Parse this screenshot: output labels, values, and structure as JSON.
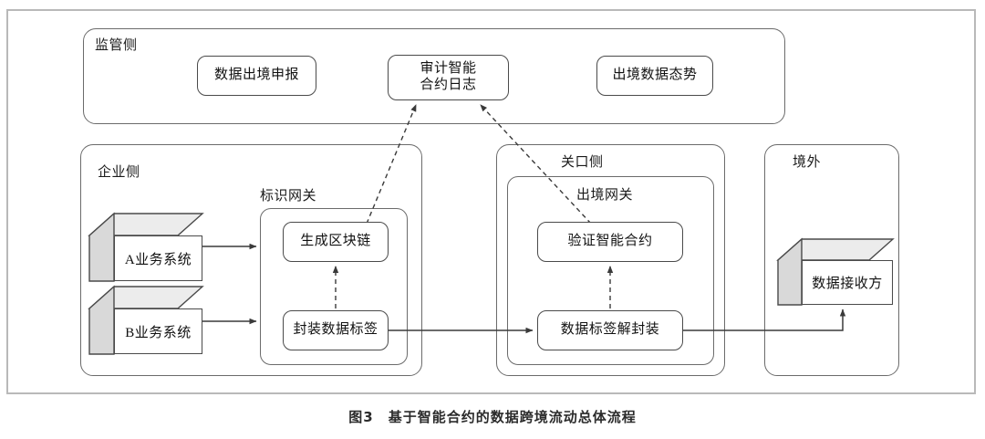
{
  "figure": {
    "caption": "图3　基于智能合约的数据跨境流动总体流程",
    "caption_number": "图3",
    "caption_title": "基于智能合约的数据跨境流动总体流程"
  },
  "zones": {
    "regulator": {
      "label": "监管侧"
    },
    "enterprise": {
      "label": "企业侧"
    },
    "identity_gateway": {
      "label": "标识网关"
    },
    "customs": {
      "label": "关口侧"
    },
    "exit_gateway": {
      "label": "出境网关"
    },
    "overseas": {
      "label": "境外"
    }
  },
  "nodes": {
    "declaration": {
      "label": "数据出境申报"
    },
    "audit_log_line1": {
      "label": "审计智能"
    },
    "audit_log_line2": {
      "label": "合约日志"
    },
    "situation": {
      "label": "出境数据态势"
    },
    "gen_blockchain": {
      "label": "生成区块链"
    },
    "pack_tag": {
      "label": "封装数据标签"
    },
    "verify_contract": {
      "label": "验证智能合约"
    },
    "unpack_tag": {
      "label": "数据标签解封装"
    }
  },
  "entities": {
    "system_a": {
      "label": "A业务系统"
    },
    "system_b": {
      "label": "B业务系统"
    },
    "receiver": {
      "label": "数据接收方"
    }
  },
  "colors": {
    "outer_border": "#b9b9b9",
    "zone_border": "#6b6b6b",
    "node_border": "#4a4a4a",
    "connector": "#3a3a3a",
    "cube_top": "#ececec",
    "cube_side": "#d9d9d9",
    "cube_front": "#ffffff",
    "text": "#111111"
  },
  "flows": {
    "solid": [
      {
        "from": "system_a",
        "to": "identity_gateway"
      },
      {
        "from": "system_b",
        "to": "identity_gateway"
      },
      {
        "from": "pack_tag",
        "to": "unpack_tag"
      },
      {
        "from": "unpack_tag",
        "to": "receiver"
      }
    ],
    "dashed": [
      {
        "from": "pack_tag",
        "to": "gen_blockchain"
      },
      {
        "from": "unpack_tag",
        "to": "verify_contract"
      },
      {
        "from": "gen_blockchain",
        "to": "audit_log"
      },
      {
        "from": "verify_contract",
        "to": "audit_log"
      }
    ]
  }
}
